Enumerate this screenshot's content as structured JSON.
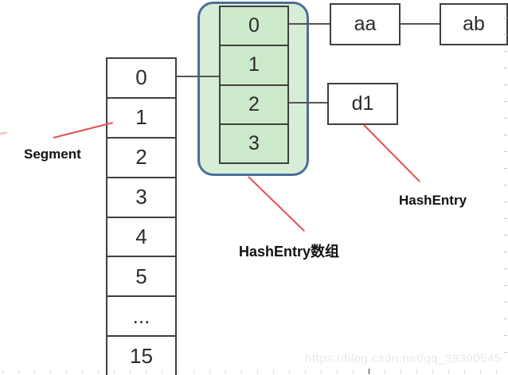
{
  "diagram": {
    "segment_array": {
      "cells": [
        "0",
        "1",
        "2",
        "3",
        "4",
        "5",
        "...",
        "15"
      ]
    },
    "hashentry_array": {
      "cells": [
        "0",
        "1",
        "2",
        "3"
      ]
    },
    "nodes": {
      "aa": "aa",
      "ab": "ab",
      "d1": "d1"
    },
    "labels": {
      "segment": "Segment",
      "hashentry_array": "HashEntry数组",
      "hashentry": "HashEntry"
    },
    "watermark": "https://blog.csdn.net/qq_39390545",
    "colors": {
      "container_fill": "#d7edd5",
      "container_border": "#4a6d9b",
      "cell_fill": "#cde9cb",
      "line": "#555555",
      "box_border": "#3f3f3f",
      "red": "#e05151",
      "watermark": "#e9e9e9"
    }
  }
}
